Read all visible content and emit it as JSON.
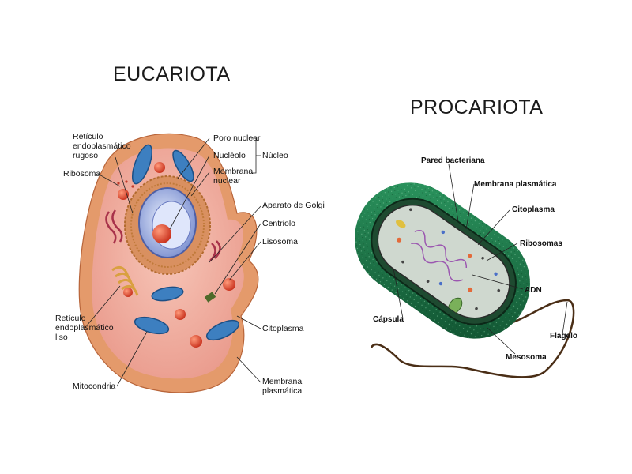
{
  "eukaryote": {
    "title": "EUCARIOTA",
    "labels": {
      "rer": [
        "Retículo",
        "endoplasmático",
        "rugoso"
      ],
      "ribosoma": "Ribosoma",
      "poro": "Poro nuclear",
      "nucleolo": "Nucléolo",
      "membrana_nuclear": [
        "Membrana",
        "nuclear"
      ],
      "nucleo": "Núcleo",
      "golgi": "Aparato de Golgi",
      "centriolo": "Centriolo",
      "lisosoma": "Lisosoma",
      "rel": [
        "Retículo",
        "endoplasmático",
        "liso"
      ],
      "citoplasma": "Citoplasma",
      "mitocondria": "Mitocondria",
      "membrana_plasmatica": [
        "Membrana",
        "plasmática"
      ]
    }
  },
  "prokaryote": {
    "title": "PROCARIOTA",
    "labels": {
      "pared": "Pared bacteriana",
      "membrana": "Membrana plasmática",
      "citoplasma": "Citoplasma",
      "ribosomas": "Ribosomas",
      "adn": "ADN",
      "capsula": "Cápsula",
      "flagelo": "Flagelo",
      "mesosoma": "Mesosoma"
    }
  },
  "colors": {
    "cell_outer": "#e59a6c",
    "cytoplasm": "#f2b3a6",
    "mitochondria": "#3d7fc0",
    "capsule": "#1f7a4c",
    "bacteria_inner": "#cfd8cf"
  }
}
